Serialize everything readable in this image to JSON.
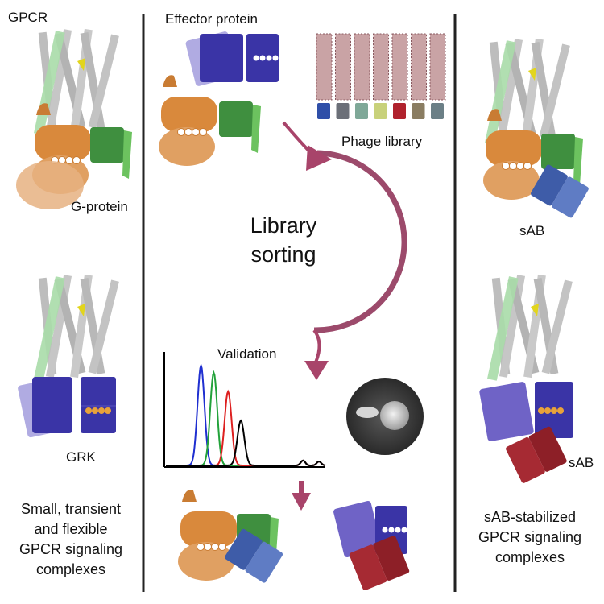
{
  "labels": {
    "gpcr": "GPCR",
    "g_protein": "G-protein",
    "grk": "GRK",
    "effector": "Effector protein",
    "phage": "Phage library",
    "validation": "Validation",
    "sorting": [
      "Library",
      "sorting"
    ],
    "sab_top": "sAB",
    "sab_bottom": "sAB",
    "left_caption": [
      "Small, transient",
      "and flexible",
      "GPCR signaling",
      "complexes"
    ],
    "right_caption": [
      "sAB-stabilized",
      "GPCR signaling",
      "complexes"
    ]
  },
  "colors": {
    "gpcr_gray": "#bdbdbd",
    "helix_green": "#a8dba8",
    "ligand_yellow": "#e2d51d",
    "g_orange": "#d9893c",
    "g_green": "#3f8f3f",
    "grk_blue": "#3a34a6",
    "grk_lavender": "#6f63c6",
    "sab_blue": "#4d6bb2",
    "sab_red": "#a62a33",
    "cycle": "#9c4a6b",
    "arrow": "#a8446a",
    "phage": "#c9a3a5",
    "trace_blue": "#1f2fd0",
    "trace_green": "#22a23a",
    "trace_red": "#dd2020",
    "trace_black": "#000000"
  },
  "chart_data": {
    "type": "line",
    "title": "",
    "xlabel": "",
    "ylabel": "",
    "series": [
      {
        "color": "#1f2fd0",
        "peak": 1.0
      },
      {
        "color": "#22a23a",
        "peak": 0.93
      },
      {
        "color": "#dd2020",
        "peak": 0.74
      },
      {
        "color": "#000000",
        "peak": 0.45
      }
    ]
  }
}
